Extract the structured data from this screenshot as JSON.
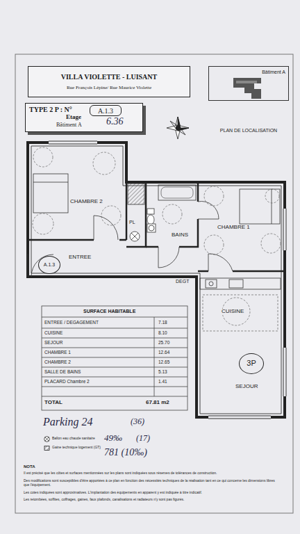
{
  "diagram": {
    "title": "VILLA VIOLETTE - LUISANT",
    "nodes": [
      {
        "text": [
          "VILLA VIOLETTE - LUISANT",
          "Rue François Lépine/ Rue Maurice Violette"
        ]
      },
      {
        "text": [
          "TYPE 2 P : N°",
          "Etage",
          "Bâtiment A",
          "6.36"
        ]
      },
      {
        "text": [
          "A.1.3"
        ],
        "in": 1
      },
      {
        "text": [
          "Bâtiment A",
          "PLAN DE LOCALISATION"
        ]
      },
      {
        "text": [
          "A.1.3"
        ]
      },
      {
        "text": [
          "3P"
        ]
      }
    ],
    "labels": [
      "CHAMBRE 2",
      "PL",
      "BAINS",
      "CHAMBRE 1",
      "ENTREE",
      "DEGT",
      "CUISINE",
      "SEJOUR",
      "SURFACE HABITABLE",
      "ENTREE / DEGAGEMENT",
      "7.18",
      "CUISINE",
      "8.10",
      "SEJOUR",
      "25.70",
      "CHAMBRE 1",
      "12.64",
      "CHAMBRE 2",
      "12.65",
      "SALLE DE BAINS",
      "5.13",
      "PLACARD Chambre 2",
      "1.41",
      "TOTAL",
      "67.81 m2",
      "Parking 24",
      "(36)",
      "49‰",
      "(17)",
      "781 (10‰)",
      "NOTA",
      "Il est précisé que les côtes et surfaces mentionnées sur les plans sont indiquées sous réserves de tolérances de construction.",
      "Des modifications sont susceptibles d'être apportées à ce plan en fonction des nécessités techniques de la réalisation tant en ce qui concerne les dimensions libres que l'équipement.",
      "Les cotes indiquées sont approximatives. L'implantation des équipements en apparent y est indiquée à titre indicatif.",
      "Les retombées, soffites, coffrages, gaines, faux plafonds, canalisations et radiateurs n'y sont pas figurés."
    ],
    "legend": [
      {
        "text": "Ballon eau chaude sanitaire"
      },
      {
        "text": "Gaine technique logement (GT)"
      }
    ]
  }
}
